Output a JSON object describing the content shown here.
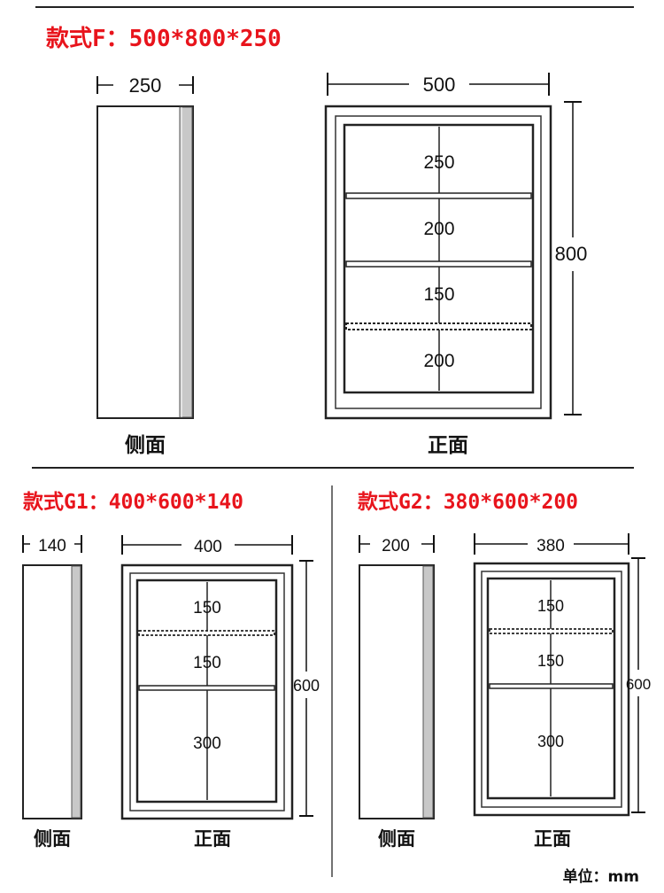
{
  "sections": {
    "F": {
      "title": "款式F：500*800*250",
      "side_depth": "250",
      "front_width": "500",
      "front_height": "800",
      "shelves": [
        "250",
        "200",
        "150",
        "200"
      ],
      "side_label": "侧面",
      "front_label": "正面"
    },
    "G1": {
      "title": "款式G1：400*600*140",
      "side_depth": "140",
      "front_width": "400",
      "front_height": "600",
      "shelves": [
        "150",
        "150",
        "300"
      ],
      "side_label": "侧面",
      "front_label": "正面"
    },
    "G2": {
      "title": "款式G2：380*600*200",
      "side_depth": "200",
      "front_width": "380",
      "front_height": "600",
      "shelves": [
        "150",
        "150",
        "300"
      ],
      "side_label": "侧面",
      "front_label": "正面"
    }
  },
  "unit_label": "单位：mm",
  "colors": {
    "title": "#e8141c",
    "line": "#1a1a1a",
    "edge_strip": "#c8c8c8"
  }
}
